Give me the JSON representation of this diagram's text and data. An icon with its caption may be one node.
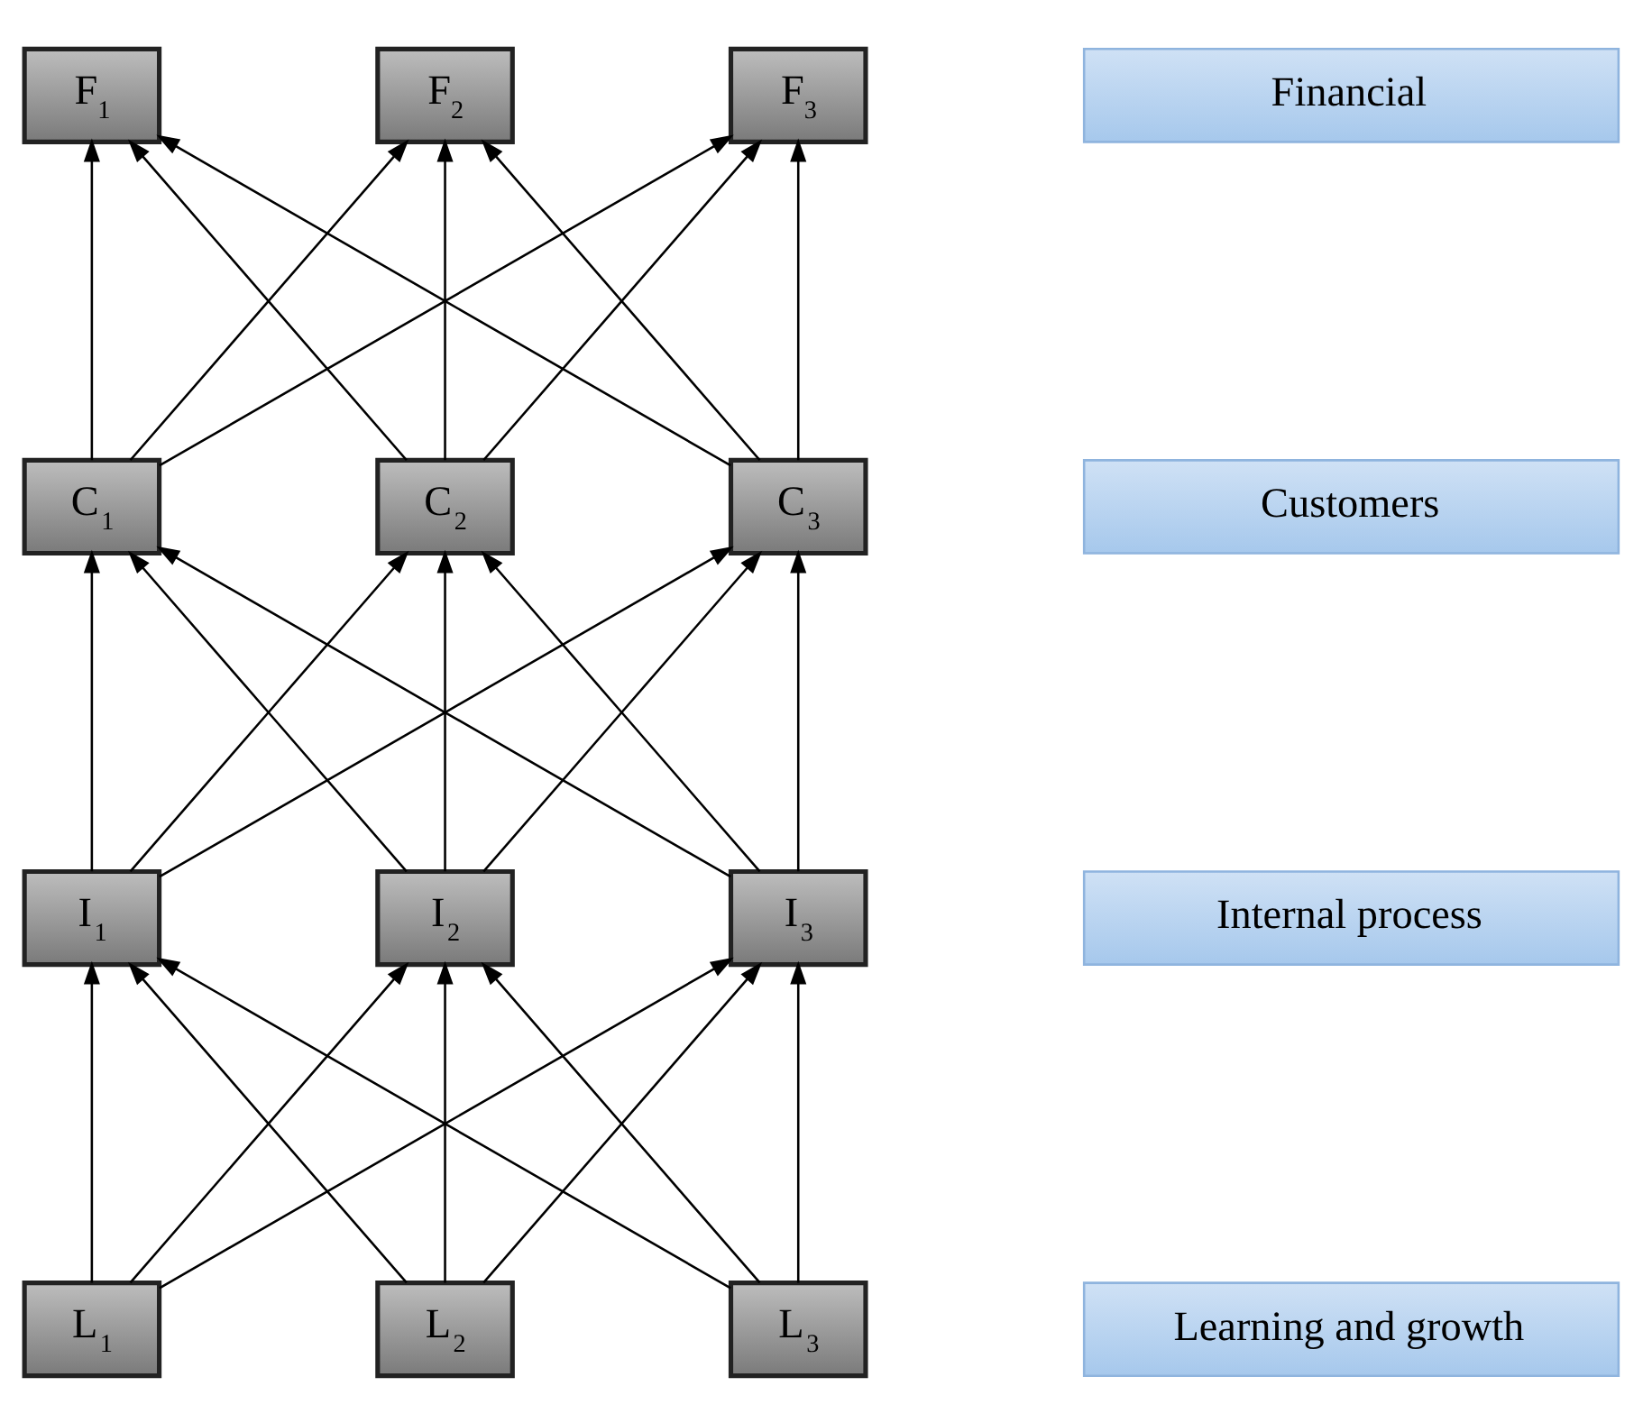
{
  "diagram": {
    "nodes": [
      {
        "text": [
          "F$_{1}$"
        ]
      },
      {
        "text": [
          "F$_{2}$"
        ]
      },
      {
        "text": [
          "F$_{3}$"
        ]
      },
      {
        "text": [
          "Financial"
        ]
      },
      {
        "text": [
          "C$_{1}$"
        ]
      },
      {
        "text": [
          "C$_{2}$"
        ]
      },
      {
        "text": [
          "C$_{3}$"
        ]
      },
      {
        "text": [
          "Customers"
        ]
      },
      {
        "text": [
          "I$_{1}$"
        ]
      },
      {
        "text": [
          "I$_{2}$"
        ]
      },
      {
        "text": [
          "I$_{3}$"
        ]
      },
      {
        "text": [
          "Internal process"
        ]
      },
      {
        "text": [
          "L$_{1}$"
        ]
      },
      {
        "text": [
          "L$_{2}$"
        ]
      },
      {
        "text": [
          "L$_{3}$"
        ]
      },
      {
        "text": [
          "Learning and growth"
        ]
      }
    ],
    "edges": [
      {
        "from": 4,
        "to": 0,
        "arrow": "to"
      },
      {
        "from": 4,
        "to": 1,
        "arrow": "to"
      },
      {
        "from": 4,
        "to": 2,
        "arrow": "to"
      },
      {
        "from": 5,
        "to": 0,
        "arrow": "to"
      },
      {
        "from": 5,
        "to": 1,
        "arrow": "to"
      },
      {
        "from": 5,
        "to": 2,
        "arrow": "to"
      },
      {
        "from": 6,
        "to": 0,
        "arrow": "to"
      },
      {
        "from": 6,
        "to": 1,
        "arrow": "to"
      },
      {
        "from": 6,
        "to": 2,
        "arrow": "to"
      },
      {
        "from": 8,
        "to": 4,
        "arrow": "to"
      },
      {
        "from": 8,
        "to": 5,
        "arrow": "to"
      },
      {
        "from": 8,
        "to": 6,
        "arrow": "to"
      },
      {
        "from": 9,
        "to": 4,
        "arrow": "to"
      },
      {
        "from": 9,
        "to": 5,
        "arrow": "to"
      },
      {
        "from": 9,
        "to": 6,
        "arrow": "to"
      },
      {
        "from": 10,
        "to": 4,
        "arrow": "to"
      },
      {
        "from": 10,
        "to": 5,
        "arrow": "to"
      },
      {
        "from": 10,
        "to": 6,
        "arrow": "to"
      },
      {
        "from": 12,
        "to": 8,
        "arrow": "to"
      },
      {
        "from": 12,
        "to": 9,
        "arrow": "to"
      },
      {
        "from": 12,
        "to": 10,
        "arrow": "to"
      },
      {
        "from": 13,
        "to": 8,
        "arrow": "to"
      },
      {
        "from": 13,
        "to": 9,
        "arrow": "to"
      },
      {
        "from": 13,
        "to": 10,
        "arrow": "to"
      },
      {
        "from": 14,
        "to": 8,
        "arrow": "to"
      },
      {
        "from": 14,
        "to": 9,
        "arrow": "to"
      },
      {
        "from": 14,
        "to": 10,
        "arrow": "to"
      }
    ]
  }
}
